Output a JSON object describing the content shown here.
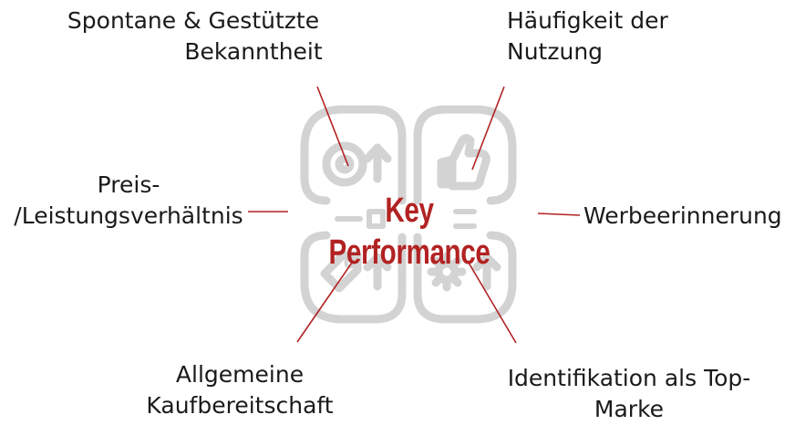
{
  "center": {
    "title": "Key Performance"
  },
  "labels": {
    "top_left": {
      "line1": "Spontane & Gestützte",
      "line2": "Bekanntheit"
    },
    "top_right": {
      "line1": "Häufigkeit der",
      "line2": "Nutzung"
    },
    "left": {
      "line1": "Preis-",
      "line2": "/Leistungsverhältnis"
    },
    "right": {
      "line1": "Werbeerinnerung"
    },
    "bottom_left": {
      "line1": "Allgemeine",
      "line2": "Kaufbereitschaft"
    },
    "bottom_right": {
      "line1": "Identifikation als Top-",
      "line2": "Marke"
    }
  },
  "icons": [
    "target-arrow-icon",
    "thumbs-up-icon",
    "tag-arrow-icon",
    "gear-arrow-icon"
  ],
  "colors": {
    "accent": "#b22222",
    "icon_gray": "#d3d3d3",
    "text": "#1a1a1a"
  }
}
